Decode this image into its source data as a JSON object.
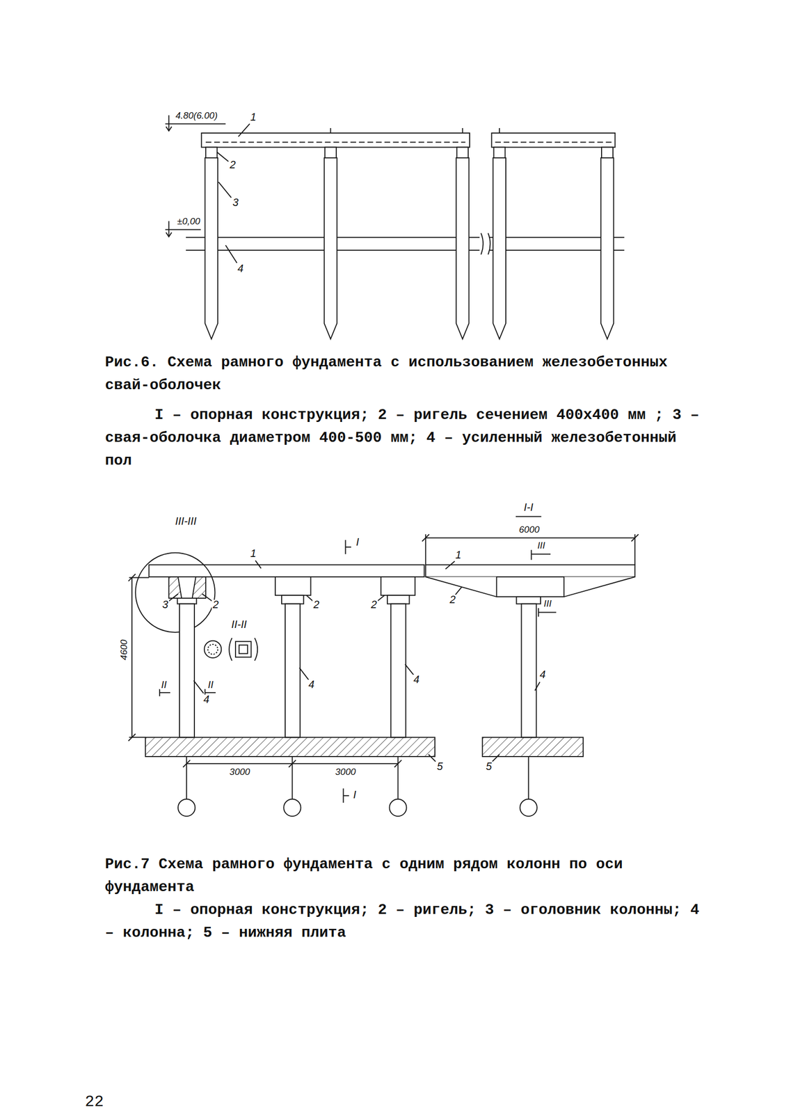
{
  "diagram": {
    "labels": [
      "4.80(6.00)",
      "1",
      "2",
      "3",
      "±0,00",
      "4",
      "Рис.6. Схема рамного фундамента с использованием железобетонных свай-оболочек",
      "I – опорная конструкция; 2 – ригель сечением 400x400 мм ; 3 – свая-оболочка диаметром 400-500 мм; 4 – усиленный железобетонный пол",
      "III-III",
      "I-I",
      "6000",
      "I",
      "1",
      "1",
      "III",
      "3",
      "2",
      "2",
      "2",
      "2",
      "III",
      "II-II",
      "4600",
      "II",
      "II",
      "4",
      "4",
      "4",
      "4",
      "5",
      "5",
      "3000",
      "3000",
      "I",
      "Рис.7 Схема рамного фундамента с одним рядом колонн по оси фундамента",
      "I – опорная конструкция; 2 – ригель; 3 – оголовник колонны; 4 – колонна; 5 – нижняя плита",
      "22"
    ]
  }
}
